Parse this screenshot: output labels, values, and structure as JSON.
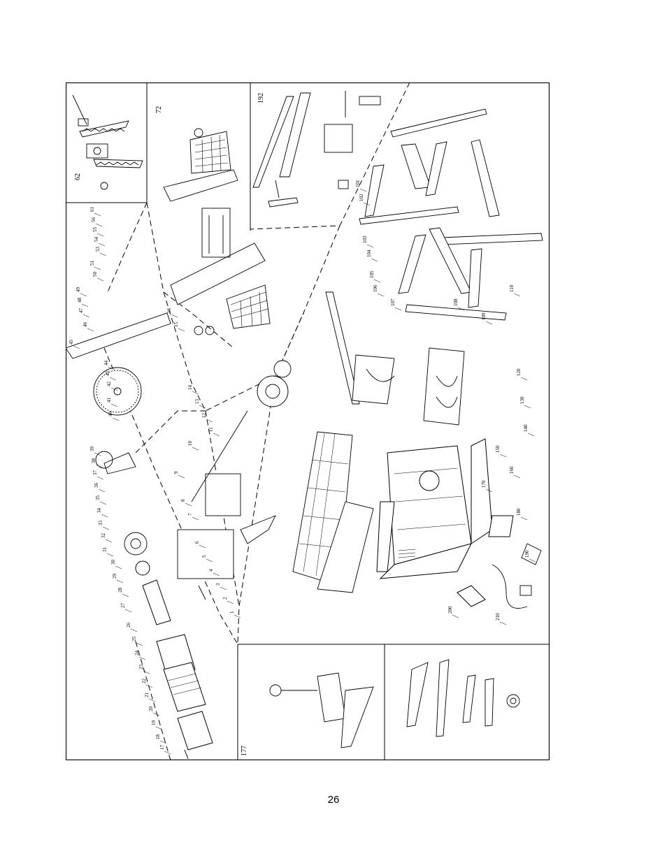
{
  "page": {
    "number": "26"
  },
  "diagram": {
    "section_labels": [
      "62",
      "72",
      "192",
      "177"
    ],
    "part_labels": [
      "61",
      "56",
      "55",
      "54",
      "53",
      "51",
      "50",
      "49",
      "48",
      "47",
      "46",
      "45",
      "44",
      "43",
      "42",
      "41",
      "40",
      "39",
      "38",
      "37",
      "36",
      "35",
      "34",
      "33",
      "32",
      "31",
      "30",
      "29",
      "28",
      "27",
      "26",
      "25",
      "24",
      "23",
      "22",
      "21",
      "20",
      "19",
      "18",
      "17",
      "16",
      "15",
      "14",
      "13",
      "12",
      "11",
      "10",
      "9",
      "8",
      "7",
      "6",
      "5",
      "4",
      "3",
      "2",
      "1",
      "101",
      "102",
      "103",
      "104",
      "105",
      "106",
      "107",
      "108",
      "109",
      "110",
      "120",
      "130",
      "140",
      "150",
      "160",
      "170",
      "180",
      "190",
      "200",
      "210"
    ]
  }
}
